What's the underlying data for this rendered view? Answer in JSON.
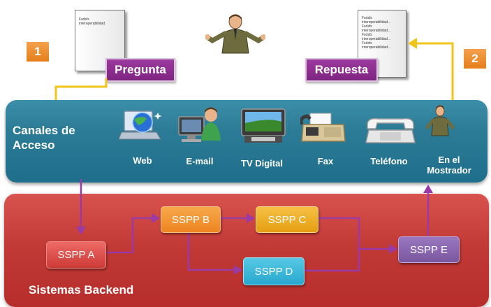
{
  "question": {
    "label": "Pregunta",
    "step": "1"
  },
  "answer": {
    "label": "Repuesta",
    "step": "2"
  },
  "documents": {
    "question_lines": [
      "Fsdsfs",
      "interoperabilidad"
    ],
    "answer_lines": [
      "Fsdsfs",
      "interoperabilidad...",
      "Fsdsfs",
      "interoperabilidad...",
      "Fsdsfs",
      "interoperabilidad...",
      "Fsdsfs",
      "interoperabilidad..."
    ]
  },
  "channels": {
    "title_line1": "Canales de",
    "title_line2": "Acceso",
    "items": [
      {
        "label": "Web",
        "icon": "web-globe-laptop-icon"
      },
      {
        "label": "E-mail",
        "icon": "email-computer-user-icon"
      },
      {
        "label": "TV Digital",
        "icon": "tv-icon"
      },
      {
        "label": "Fax",
        "icon": "fax-machine-icon"
      },
      {
        "label": "Teléfono",
        "icon": "telephone-icon"
      },
      {
        "label_line1": "En el",
        "label_line2": "Mostrador",
        "icon": "counter-agent-icon"
      }
    ]
  },
  "backend": {
    "title": "Sistemas Backend",
    "systems": {
      "a": "SSPP A",
      "b": "SSPP B",
      "c": "SSPP C",
      "d": "SSPP D",
      "e": "SSPP E"
    }
  },
  "colors": {
    "channels_bar": "#2d7c97",
    "backend_bar": "#c23a36",
    "question_arrow": "#f0c419",
    "flow_arrow": "#9a3aa6",
    "label_purple": "#8a2b8e",
    "step_orange": "#ee8a28"
  }
}
